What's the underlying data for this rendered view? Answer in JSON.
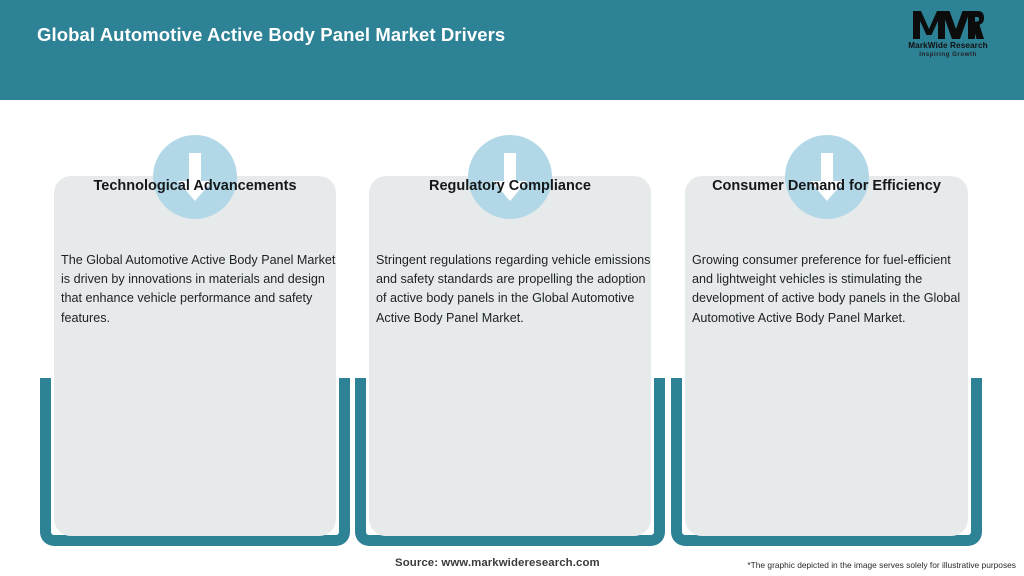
{
  "header": {
    "title": "Global Automotive Active Body Panel Market Drivers",
    "background_color": "#2e8296",
    "title_color": "#ffffff"
  },
  "logo": {
    "mark": "MWR",
    "name": "MarkWide Research",
    "tagline": "Inspiring Growth"
  },
  "cards": [
    {
      "icon": "arrow-down-icon",
      "title": "Technological Advancements",
      "body": "The Global Automotive Active Body Panel Market is driven by innovations in materials and design that enhance vehicle performance and safety features."
    },
    {
      "icon": "arrow-down-icon",
      "title": "Regulatory Compliance",
      "body": "Stringent regulations regarding vehicle emissions and safety standards are propelling the adoption of active body panels in the Global Automotive Active Body Panel Market."
    },
    {
      "icon": "arrow-down-icon",
      "title": "Consumer Demand for Efficiency",
      "body": "Growing consumer preference for fuel-efficient and lightweight vehicles is stimulating the development of active body panels in the Global Automotive Active Body Panel Market."
    }
  ],
  "footer": {
    "source": "Source: www.markwideresearch.com",
    "note": "*The graphic depicted in the image serves solely for illustrative purposes"
  },
  "colors": {
    "accent_teal": "#2e8296",
    "panel_gray": "#e7eaeb",
    "circle_blue": "#b2d8e7",
    "arrow_white": "#ffffff"
  }
}
